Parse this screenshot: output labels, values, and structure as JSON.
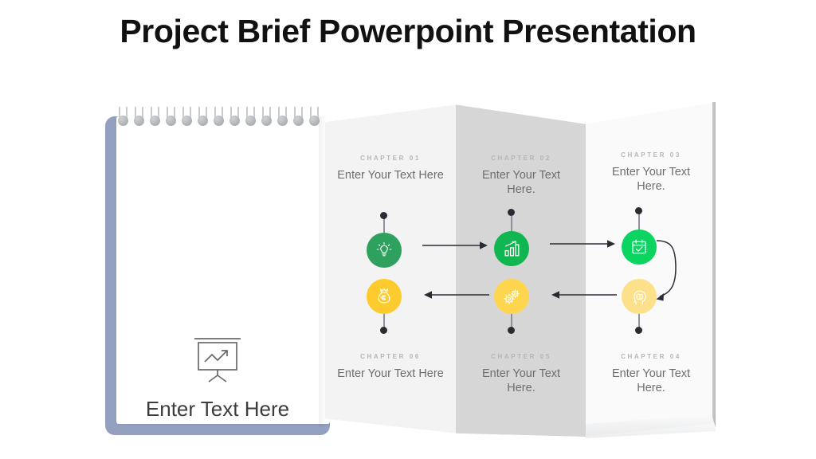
{
  "slide": {
    "title": "Project Brief Powerpoint Presentation",
    "background_color": "#ffffff"
  },
  "notepad": {
    "placeholder_text": "Enter Text Here",
    "icon": "presentation-chart-icon",
    "border_color": "#93a0c0",
    "page_color": "#ffffff",
    "ring_count": 13
  },
  "panels": [
    {
      "name": "panel-left",
      "fill": "#f3f3f3"
    },
    {
      "name": "panel-center",
      "fill": "#d6d6d6"
    },
    {
      "name": "panel-right",
      "fill": "#fafafa"
    }
  ],
  "chapters": [
    {
      "kicker": "CHAPTER 01",
      "body": "Enter Your Text Here",
      "position": "top-left"
    },
    {
      "kicker": "CHAPTER 02",
      "body": "Enter Your Text Here.",
      "position": "top-center"
    },
    {
      "kicker": "CHAPTER 03",
      "body": "Enter Your Text Here.",
      "position": "top-right"
    },
    {
      "kicker": "CHAPTER 04",
      "body": "Enter Your Text Here.",
      "position": "bottom-right"
    },
    {
      "kicker": "CHAPTER 05",
      "body": "Enter Your Text Here.",
      "position": "bottom-center"
    },
    {
      "kicker": "CHAPTER 06",
      "body": "Enter Your Text Here",
      "position": "bottom-left"
    }
  ],
  "nodes": [
    {
      "chapter": "CHAPTER 01",
      "icon": "lightbulb-icon",
      "color": "#2ea15f",
      "row": "top"
    },
    {
      "chapter": "CHAPTER 02",
      "icon": "bar-chart-icon",
      "color": "#10b64f",
      "row": "top"
    },
    {
      "chapter": "CHAPTER 03",
      "icon": "calendar-check-icon",
      "color": "#0bd461",
      "row": "top"
    },
    {
      "chapter": "CHAPTER 06",
      "icon": "money-bag-icon",
      "color": "#fdcb2d",
      "row": "bottom"
    },
    {
      "chapter": "CHAPTER 05",
      "icon": "gears-icon",
      "color": "#fdd54e",
      "row": "bottom"
    },
    {
      "chapter": "CHAPTER 04",
      "icon": "head-brain-icon",
      "color": "#fde08a",
      "row": "bottom"
    }
  ],
  "connectors": [
    {
      "name": "arrow-top-1-to-2",
      "direction": "right"
    },
    {
      "name": "arrow-top-2-to-3",
      "direction": "right"
    },
    {
      "name": "arrow-curve-3-to-4",
      "direction": "down-curve"
    },
    {
      "name": "arrow-bottom-4-to-5",
      "direction": "left"
    },
    {
      "name": "arrow-bottom-5-to-6",
      "direction": "left"
    }
  ],
  "colors": {
    "title": "#111111",
    "kicker": "#b6b6b6",
    "body": "#6d6d6d",
    "stem": "#8f9298",
    "dot": "#2b2b35",
    "arrow": "#2b2b35"
  }
}
